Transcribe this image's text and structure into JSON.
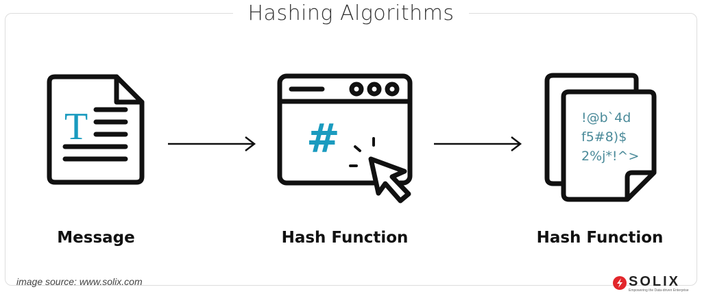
{
  "title": "Hashing Algorithms",
  "steps": [
    {
      "label": "Message",
      "icon": "document-text-icon",
      "glyph": "T"
    },
    {
      "label": "Hash Function",
      "icon": "browser-hash-icon",
      "glyph": "#"
    },
    {
      "label": "Hash Function",
      "icon": "hashed-documents-icon",
      "lines": [
        "!@b`4d",
        "f5#8)$",
        "2%j*!^>"
      ]
    }
  ],
  "source": "image source: www.solix.com",
  "logo": {
    "name": "SOLIX",
    "tagline": "Empowering the Data-driven Enterprise"
  },
  "colors": {
    "accent": "#1a9bbf",
    "hash_text": "#4a8a99",
    "stroke": "#111111"
  }
}
